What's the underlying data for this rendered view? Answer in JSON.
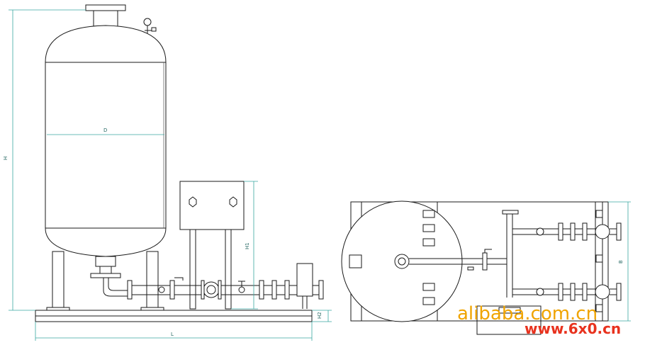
{
  "dimensions": {
    "height_total": "H",
    "diameter": "D",
    "height_h1": "H1",
    "height_h2": "H2",
    "length": "L",
    "width_b": "B"
  },
  "watermark": {
    "line1": "alibaba.com.cn",
    "line2": "www.6x0.cn"
  },
  "colors": {
    "line": "#1a1a1a",
    "dimension": "#3aa8a0",
    "watermark_orange": "#f0a400",
    "watermark_red": "#e8321e"
  }
}
